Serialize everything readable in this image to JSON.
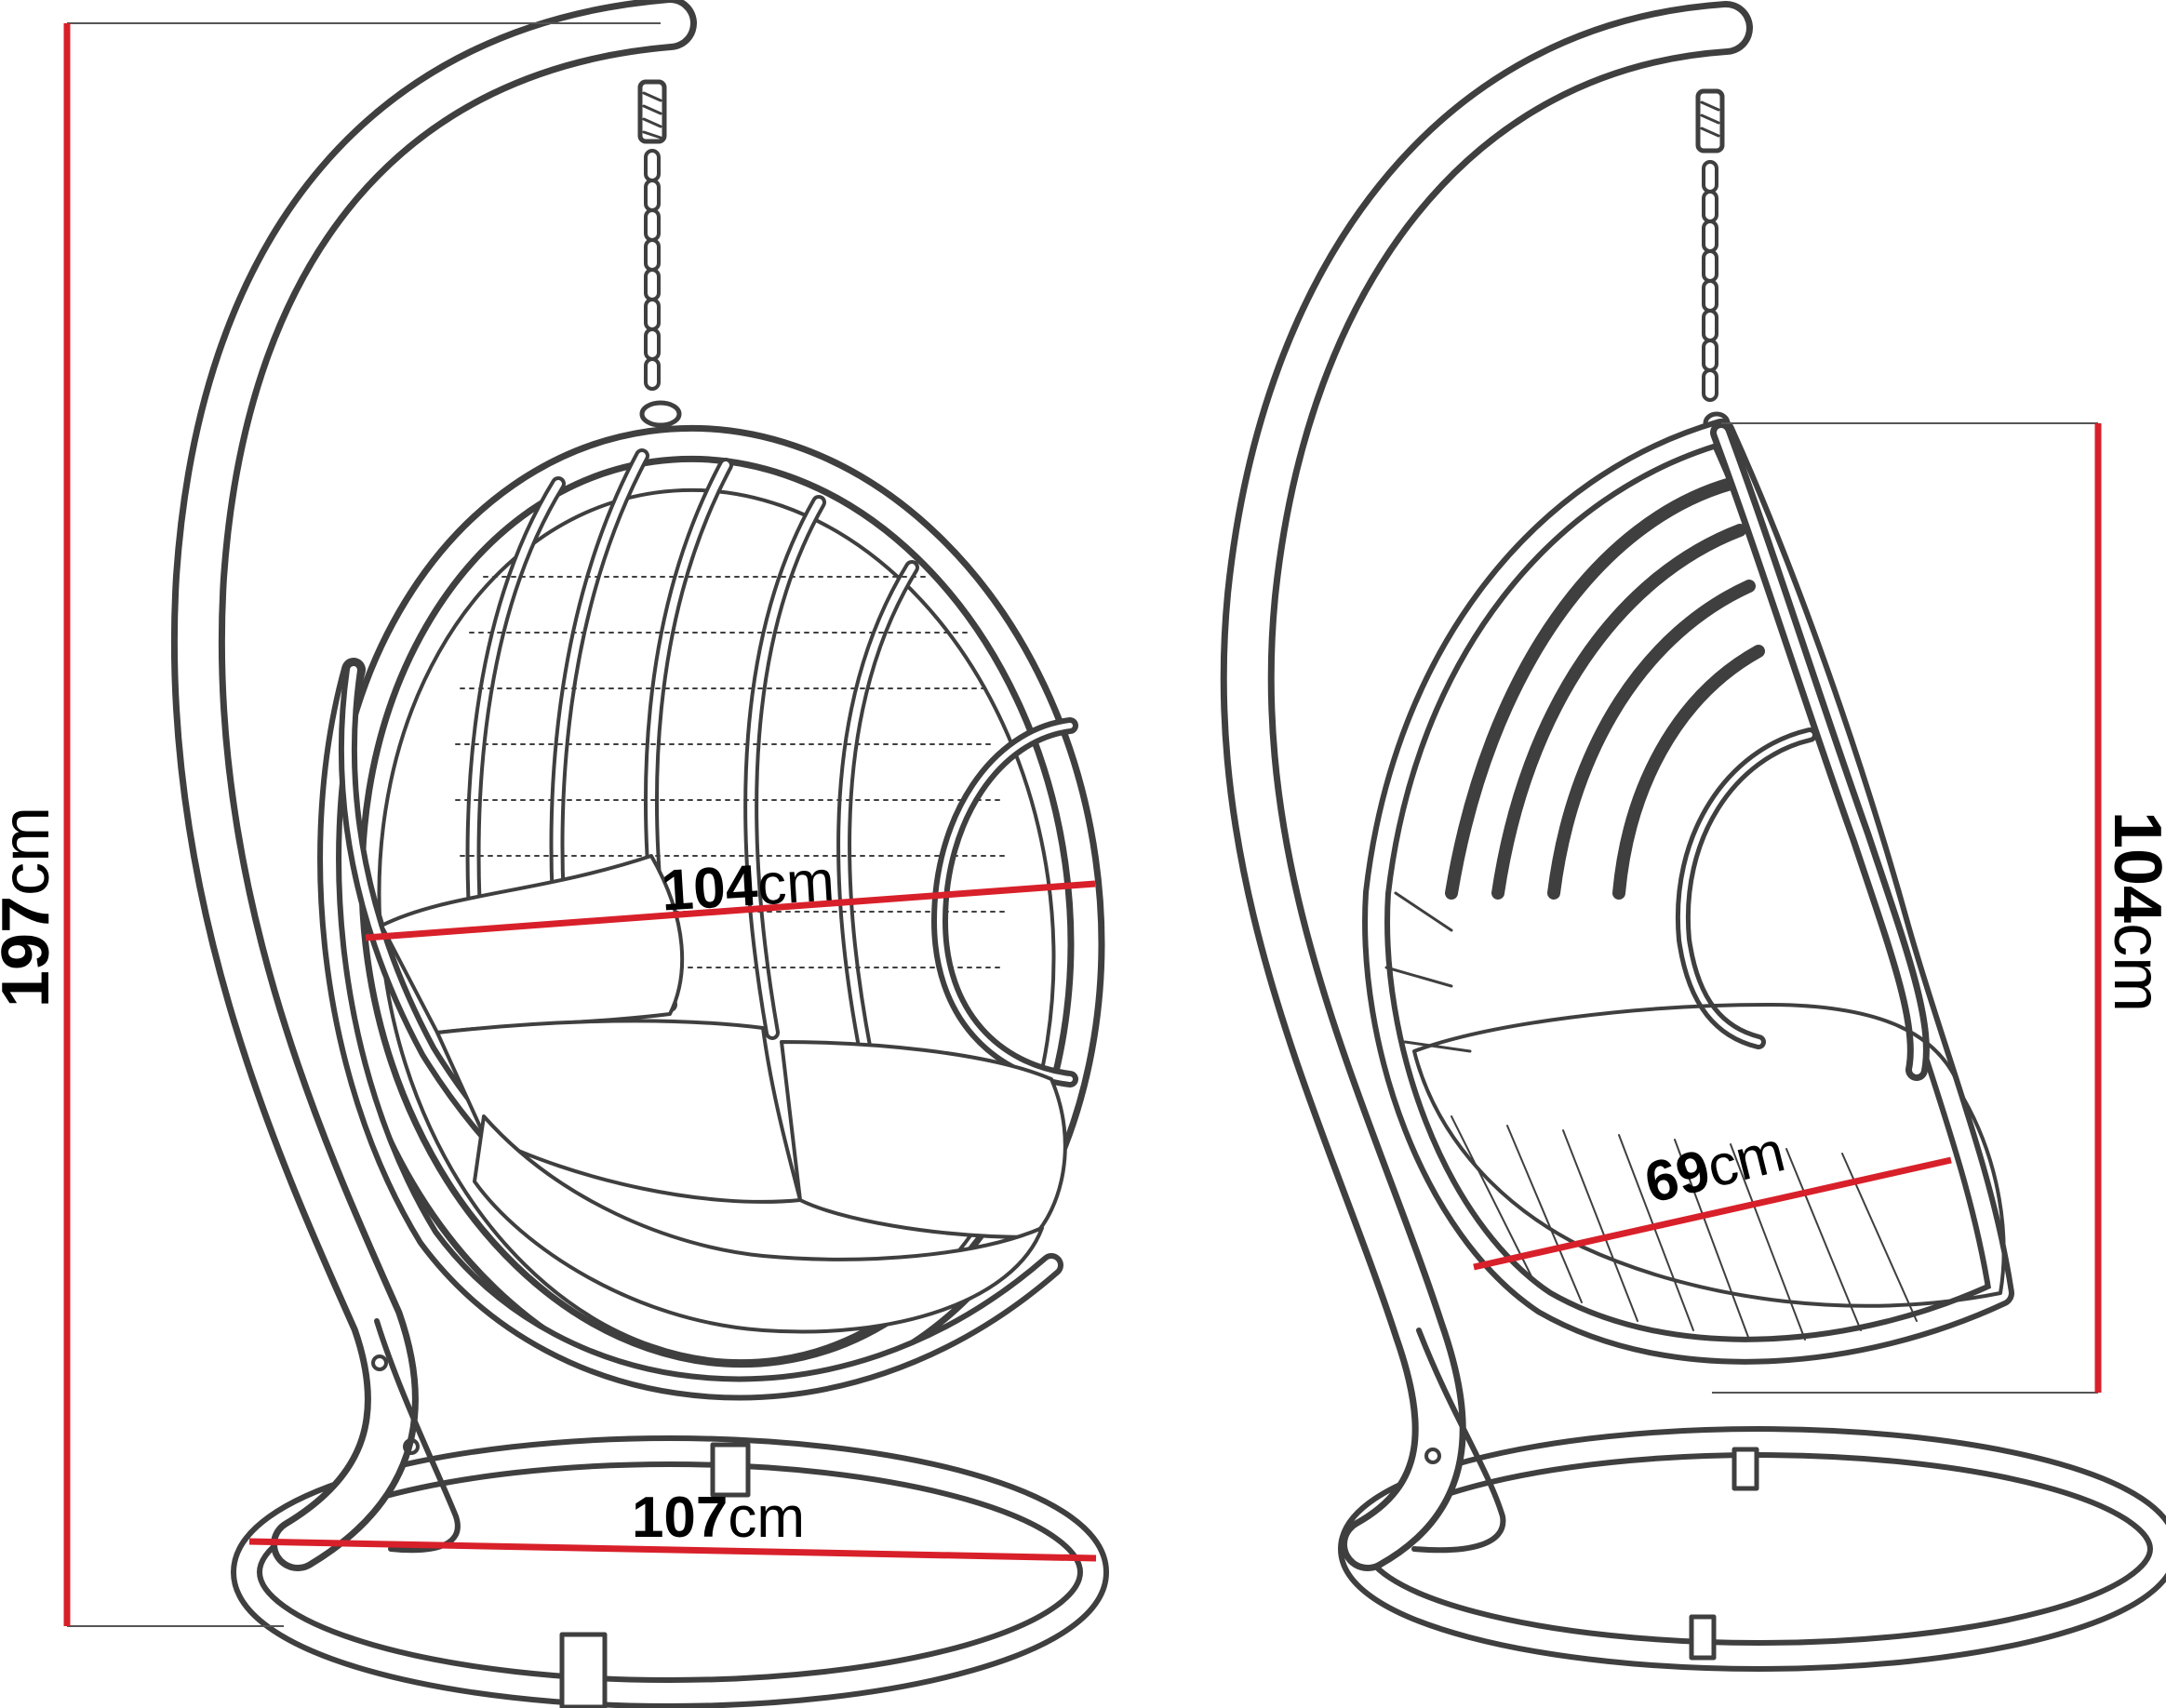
{
  "colors": {
    "outline": "#3f3f3f",
    "fill": "#ffffff",
    "dimension_line": "#d8202a",
    "leader_line": "#555555",
    "text": "#000000"
  },
  "dimensions": {
    "total_height": {
      "value": "197",
      "unit": "cm"
    },
    "basket_width": {
      "value": "104",
      "unit": "cm"
    },
    "base_diameter": {
      "value": "107",
      "unit": "cm"
    },
    "basket_height": {
      "value": "104",
      "unit": "cm"
    },
    "basket_depth": {
      "value": "69",
      "unit": "cm"
    }
  },
  "views": {
    "front": {
      "icon": "hanging-egg-chair-front-view"
    },
    "side": {
      "icon": "hanging-egg-chair-side-view"
    }
  }
}
